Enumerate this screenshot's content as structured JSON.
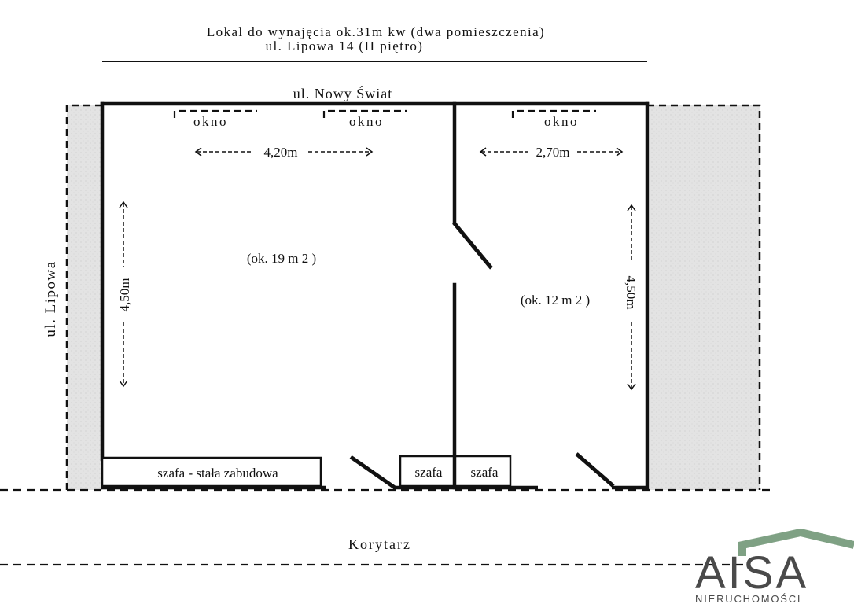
{
  "header": {
    "title_line1": "Lokal do wynajęcia ok.31m kw (dwa pomieszczenia)",
    "title_line2": "ul. Lipowa 14 (II piętro)"
  },
  "streets": {
    "top": "ul. Nowy Świat",
    "left": "ul. Lipowa"
  },
  "windows": {
    "label_1": "okno",
    "label_2": "okno",
    "label_3": "okno"
  },
  "dimensions": {
    "room1_width": "4,20m",
    "room2_width": "2,70m",
    "room1_height": "4,50m",
    "room2_height": "4,50m"
  },
  "rooms": {
    "room1_area": "(ok. 19 m 2 )",
    "room2_area": "(ok. 12 m 2 )"
  },
  "furniture": {
    "built_in_wardrobe": "szafa - stała zabudowa",
    "wardrobe_1": "szafa",
    "wardrobe_2": "szafa"
  },
  "corridor": {
    "label": "Korytarz"
  },
  "logo": {
    "brand": "AISA",
    "tagline": "NIERUCHOMOŚCI",
    "roof_color": "#7fa184",
    "text_color": "#4a4a4a"
  },
  "colors": {
    "wall": "#111111",
    "neighbour_fill": "#e3e3e3"
  }
}
